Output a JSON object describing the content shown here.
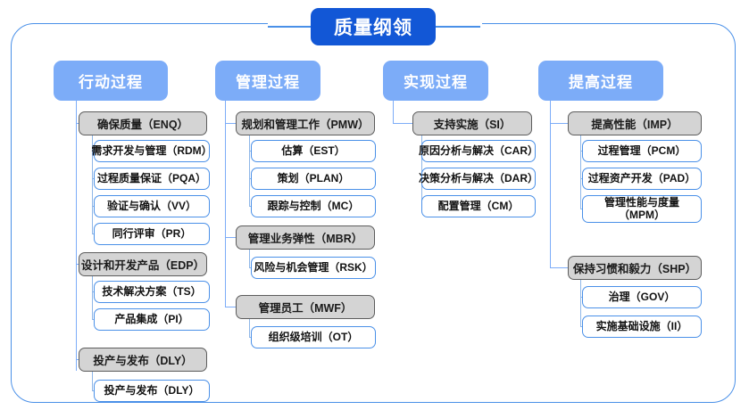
{
  "title": "质量纲领",
  "columns": [
    {
      "header": "行动过程",
      "groups": [
        {
          "label": "确保质量（ENQ）",
          "items": [
            "需求开发与管理（RDM）",
            "过程质量保证（PQA）",
            "验证与确认（VV）",
            "同行评审（PR）"
          ]
        },
        {
          "label": "设计和开发产品（EDP）",
          "items": [
            "技术解决方案（TS）",
            "产品集成（PI）"
          ]
        },
        {
          "label": "投产与发布（DLY）",
          "items": [
            "投产与发布（DLY）"
          ]
        }
      ]
    },
    {
      "header": "管理过程",
      "groups": [
        {
          "label": "规划和管理工作（PMW）",
          "items": [
            "估算（EST）",
            "策划（PLAN）",
            "跟踪与控制（MC）"
          ]
        },
        {
          "label": "管理业务弹性（MBR）",
          "items": [
            "风险与机会管理（RSK）"
          ]
        },
        {
          "label": "管理员工（MWF）",
          "items": [
            "组织级培训（OT）"
          ]
        }
      ]
    },
    {
      "header": "实现过程",
      "groups": [
        {
          "label": "支持实施（SI）",
          "items": [
            "原因分析与解决（CAR）",
            "决策分析与解决（DAR）",
            "配置管理（CM）"
          ]
        }
      ]
    },
    {
      "header": "提高过程",
      "groups": [
        {
          "label": "提高性能（IMP）",
          "items": [
            "过程管理（PCM）",
            "过程资产开发（PAD）",
            "管理性能与度量（MPM）"
          ]
        },
        {
          "label": "保持习惯和毅力（SHP）",
          "items": [
            "治理（GOV）",
            "实施基础设施（II）"
          ]
        }
      ]
    }
  ],
  "colors": {
    "title_bg": "#1257d6",
    "header_bg": "#7cacf8",
    "group_bg": "#d4d4d4",
    "group_border": "#5c5c5c",
    "leaf_border": "#4a90e8",
    "frame_border": "#4a90e8",
    "connector": "#7cacf8"
  }
}
